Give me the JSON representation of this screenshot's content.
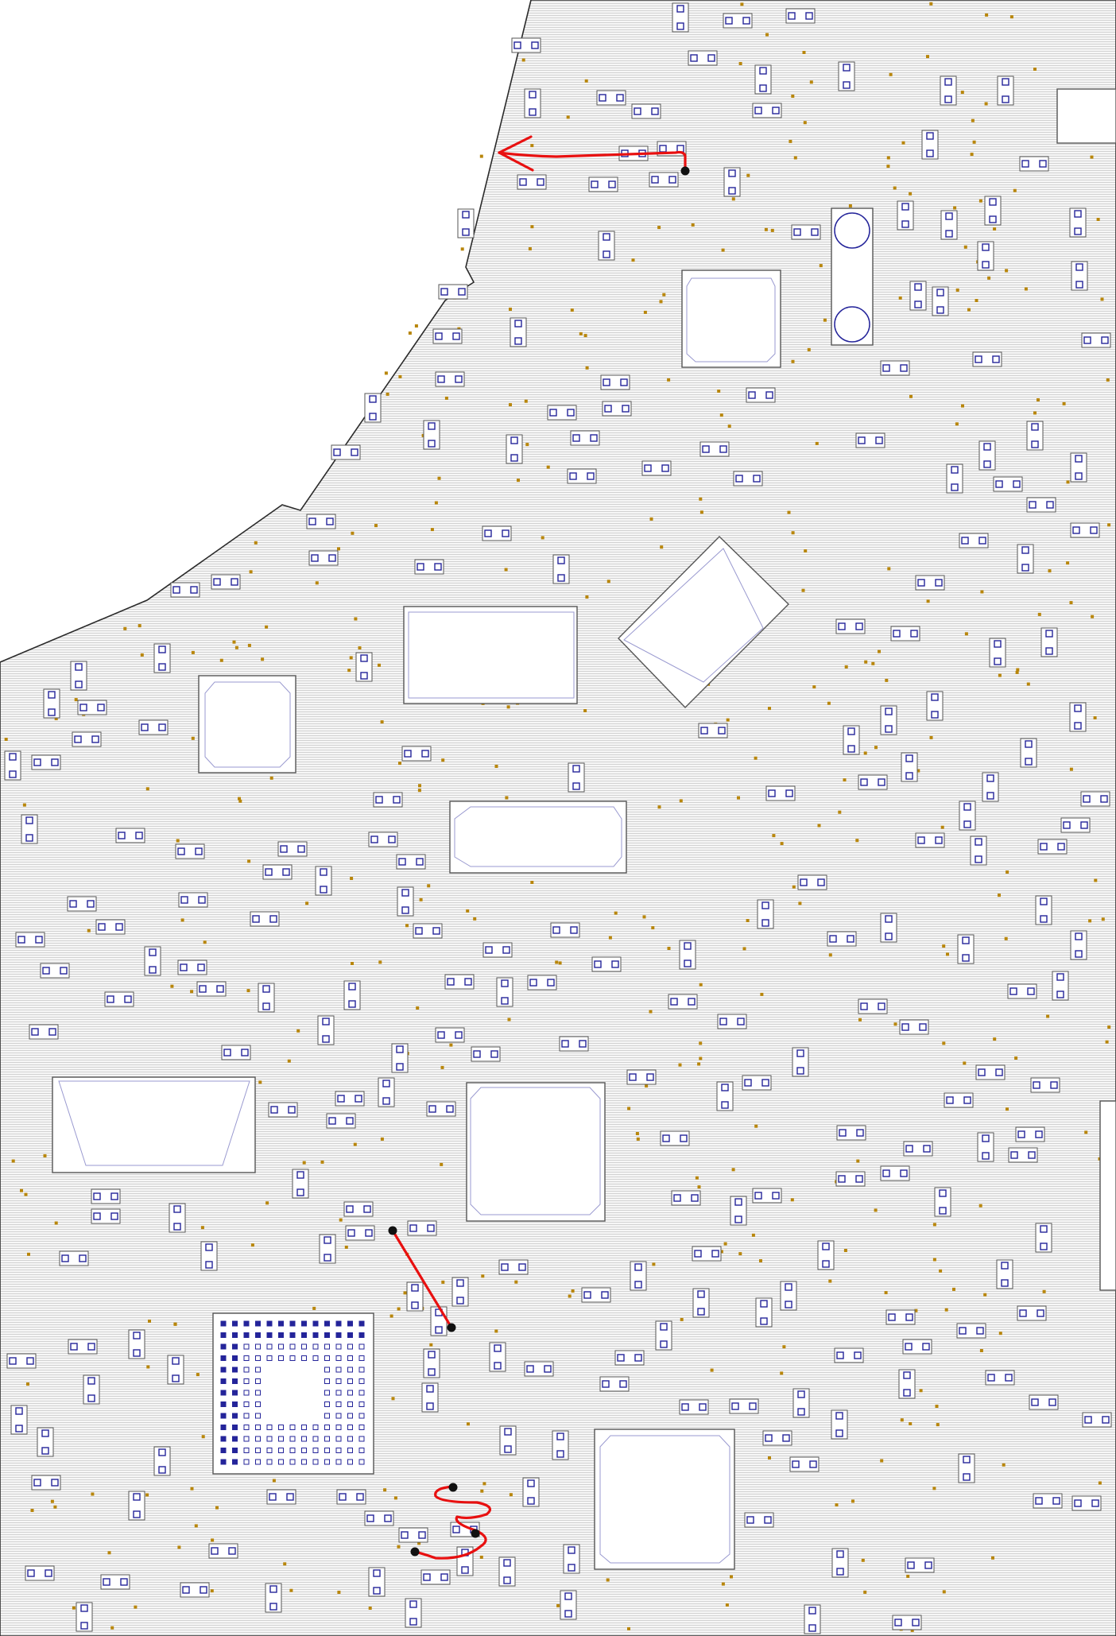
{
  "view": {
    "description": "",
    "board_color": "#f4f4f4",
    "trace_line_color": "#c8c8c8",
    "outline_color": "#2a2a2a",
    "component_outline_color": "#555555",
    "pad_color": "#24249a",
    "pad_fill": "#ffffff",
    "via_color": "#b8860b",
    "annotation_color": "#e81010",
    "probe_point_color": "#111111"
  },
  "components": {
    "small_chips": "many",
    "large_ics": 6,
    "bga_packages": 1
  },
  "annotations": [
    {
      "type": "arrow",
      "color": "red",
      "icon": "arrow-left-icon"
    },
    {
      "type": "connection",
      "color": "red"
    },
    {
      "type": "loop",
      "color": "red"
    }
  ]
}
